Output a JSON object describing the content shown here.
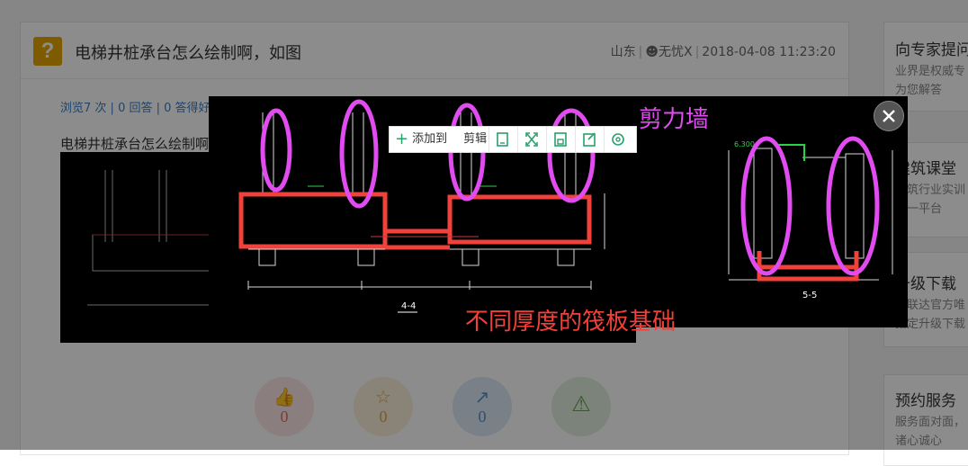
{
  "question": {
    "title": "电梯井桩承台怎么绘制啊，如图",
    "location": "山东",
    "user": "无忧X",
    "time": "2018-04-08 11:23:20",
    "icon": "question-icon"
  },
  "stats": {
    "views": "浏览7 次",
    "answers": "0 回答",
    "rest": "0 答得好"
  },
  "body": {
    "text": "电梯井桩承台怎么绘制啊"
  },
  "actions": [
    {
      "icon": "thumbs-up-icon",
      "count": "0",
      "color": "#e26d6d"
    },
    {
      "icon": "star-icon",
      "count": "0",
      "color": "#d5a64a"
    },
    {
      "icon": "share-icon",
      "count": "0",
      "color": "#5b8fc4"
    },
    {
      "icon": "warning-icon",
      "count": "",
      "color": "#6a9e5a"
    }
  ],
  "sidebar": {
    "cards": [
      {
        "title": "向专家提问",
        "lines": [
          "业界是权威专",
          "为您解答"
        ]
      },
      {
        "title": "建筑课堂",
        "lines": [
          "建筑行业实训",
          "第一平台"
        ]
      },
      {
        "title": "升级下载",
        "lines": [
          "广联达官方唯",
          "指定升级下载"
        ]
      },
      {
        "title": "预约服务",
        "lines": [
          "服务面对面，",
          "诸心诚心"
        ]
      }
    ]
  },
  "viewer": {
    "toolbar": {
      "add_label": "添加到",
      "add_label_tail": "剪辑"
    },
    "annotations": {
      "shear_wall": "剪力墙",
      "raft": "不同厚度的筏板基础"
    },
    "drawing_labels": {
      "section_left": "4-4",
      "section_right": "5-5",
      "elevation": "6.300"
    },
    "colors": {
      "annotation_magenta": "#e14cf0",
      "annotation_red": "#f0413a"
    }
  }
}
